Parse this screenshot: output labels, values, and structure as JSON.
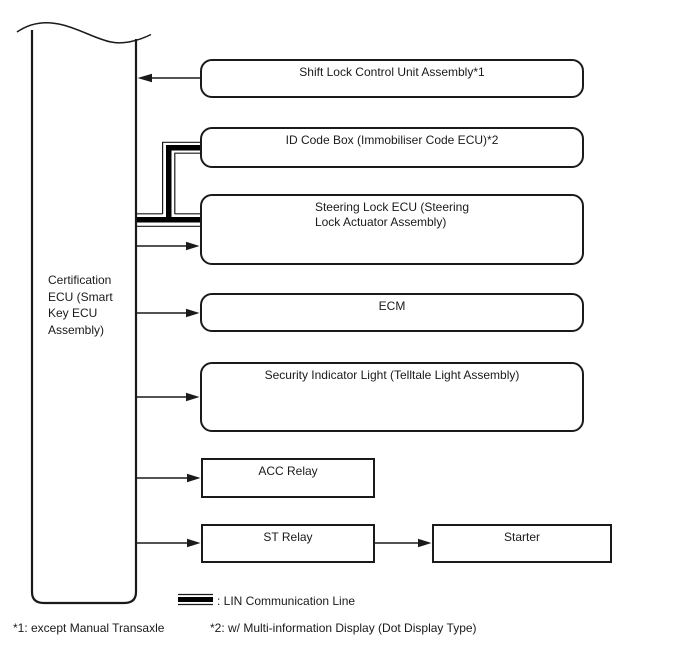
{
  "diagram": {
    "title_hint": "Smart key system wiring block diagram",
    "ecu": {
      "label": "Certification\nECU (Smart\nKey ECU\nAssembly)"
    },
    "nodes": {
      "shift_lock": {
        "label": "Shift Lock Control Unit Assembly*1"
      },
      "id_code_box": {
        "label": "ID Code Box (Immobiliser Code ECU)*2"
      },
      "steering_lock": {
        "label": "Steering Lock ECU (Steering\nLock Actuator Assembly)"
      },
      "ecm": {
        "label": "ECM"
      },
      "security_indicator": {
        "label": "Security Indicator Light (Telltale Light Assembly)"
      },
      "acc_relay": {
        "label": "ACC Relay"
      },
      "st_relay": {
        "label": "ST Relay"
      },
      "starter": {
        "label": "Starter"
      }
    },
    "connections": [
      {
        "from": "shift_lock",
        "to": "certification_ecu",
        "type": "arrow"
      },
      {
        "from": "certification_ecu",
        "to": "id_code_box",
        "type": "lin"
      },
      {
        "from": "certification_ecu",
        "to": "steering_lock",
        "type": "lin"
      },
      {
        "from": "certification_ecu",
        "to": "steering_lock",
        "type": "arrow"
      },
      {
        "from": "certification_ecu",
        "to": "ecm",
        "type": "arrow"
      },
      {
        "from": "certification_ecu",
        "to": "security_indicator",
        "type": "arrow"
      },
      {
        "from": "certification_ecu",
        "to": "acc_relay",
        "type": "arrow"
      },
      {
        "from": "certification_ecu",
        "to": "st_relay",
        "type": "arrow"
      },
      {
        "from": "st_relay",
        "to": "starter",
        "type": "arrow"
      }
    ],
    "legend": {
      "lin_label": ": LIN Communication Line"
    },
    "footnotes": {
      "note1": "*1: except Manual Transaxle",
      "note2": "*2: w/ Multi-information Display (Dot Display Type)"
    },
    "colors": {
      "line": "#1a1a1a",
      "lin_thick": "#000000",
      "background": "#ffffff"
    }
  }
}
